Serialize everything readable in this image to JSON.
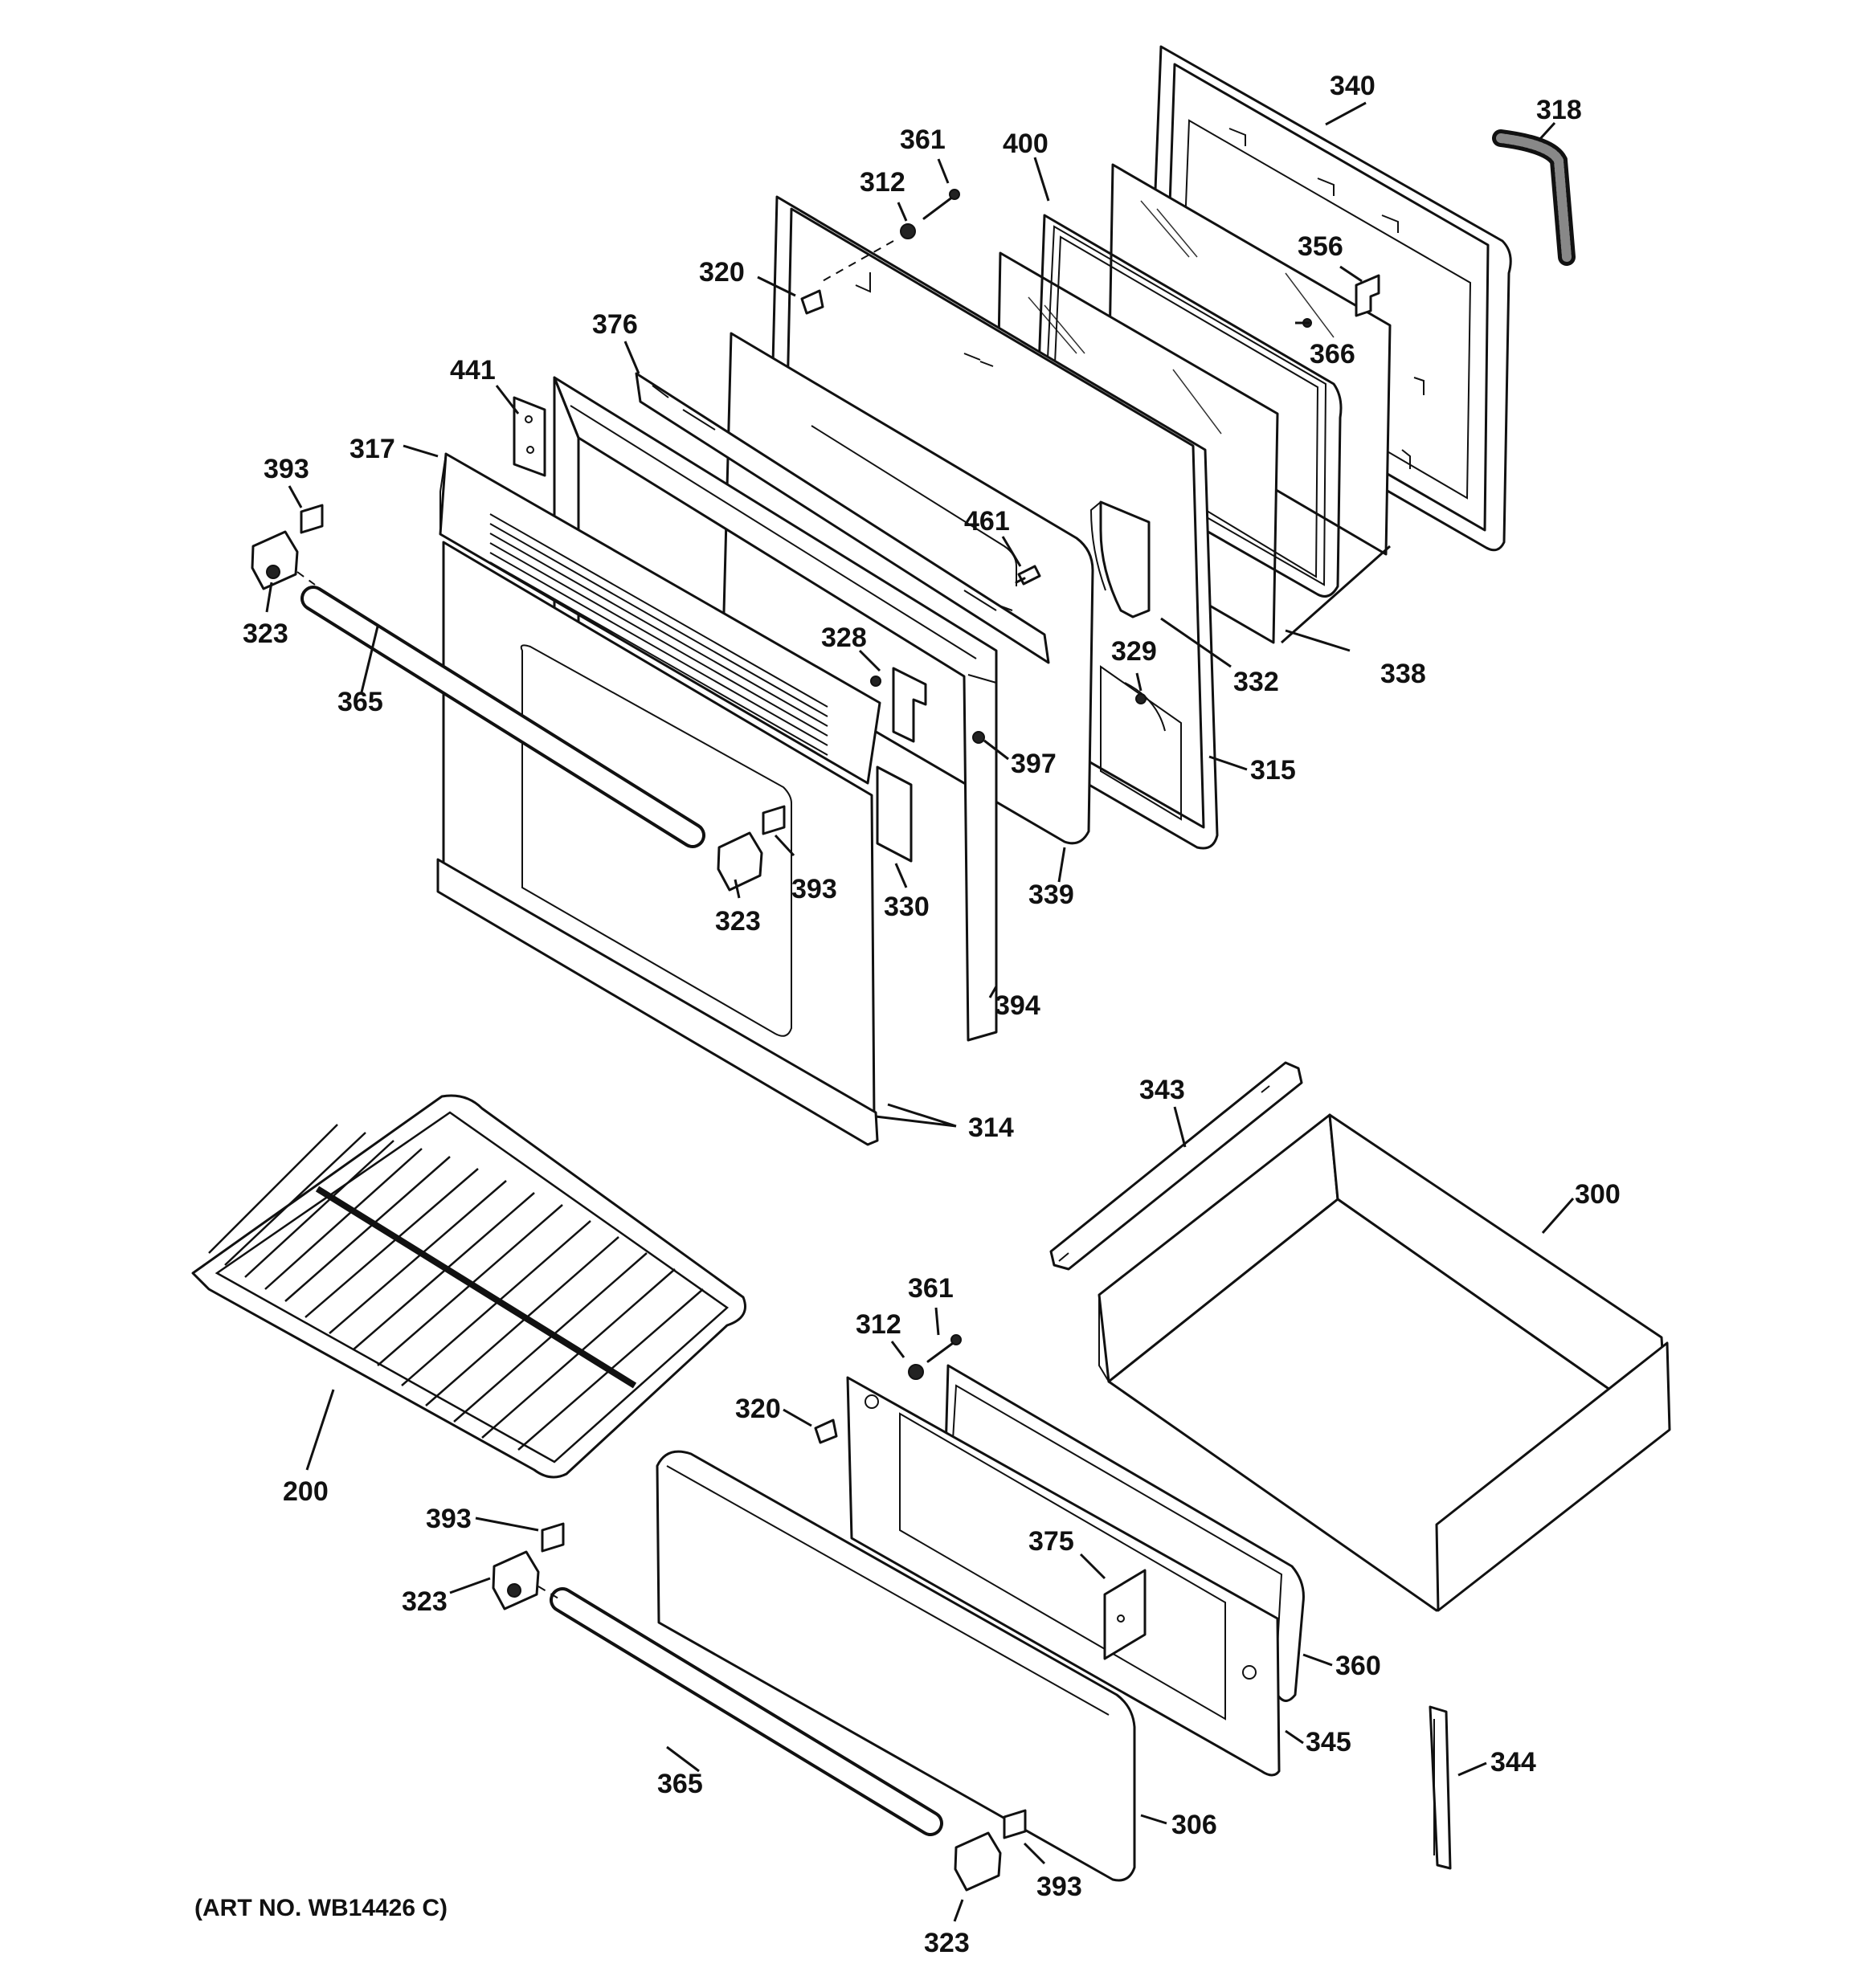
{
  "art_number": "(ART NO. WB14426 C)",
  "callouts": {
    "c340": "340",
    "c318": "318",
    "c361_top": "361",
    "c400": "400",
    "c312_top": "312",
    "c356": "356",
    "c320_top": "320",
    "c366": "366",
    "c376": "376",
    "c441": "441",
    "c317": "317",
    "c393_top": "393",
    "c461": "461",
    "c323_top": "323",
    "c332": "332",
    "c338": "338",
    "c328": "328",
    "c329": "329",
    "c365_top": "365",
    "c397": "397",
    "c315": "315",
    "c393_mid": "393",
    "c330": "330",
    "c339": "339",
    "c323_mid": "323",
    "c394": "394",
    "c314": "314",
    "c343": "343",
    "c300": "300",
    "c361_bot": "361",
    "c312_bot": "312",
    "c320_bot": "320",
    "c200": "200",
    "c393_bot": "393",
    "c375": "375",
    "c323_bot": "323",
    "c360": "360",
    "c345": "345",
    "c344": "344",
    "c365_bot": "365",
    "c306": "306",
    "c393_bot2": "393",
    "c323_bot2": "323"
  }
}
